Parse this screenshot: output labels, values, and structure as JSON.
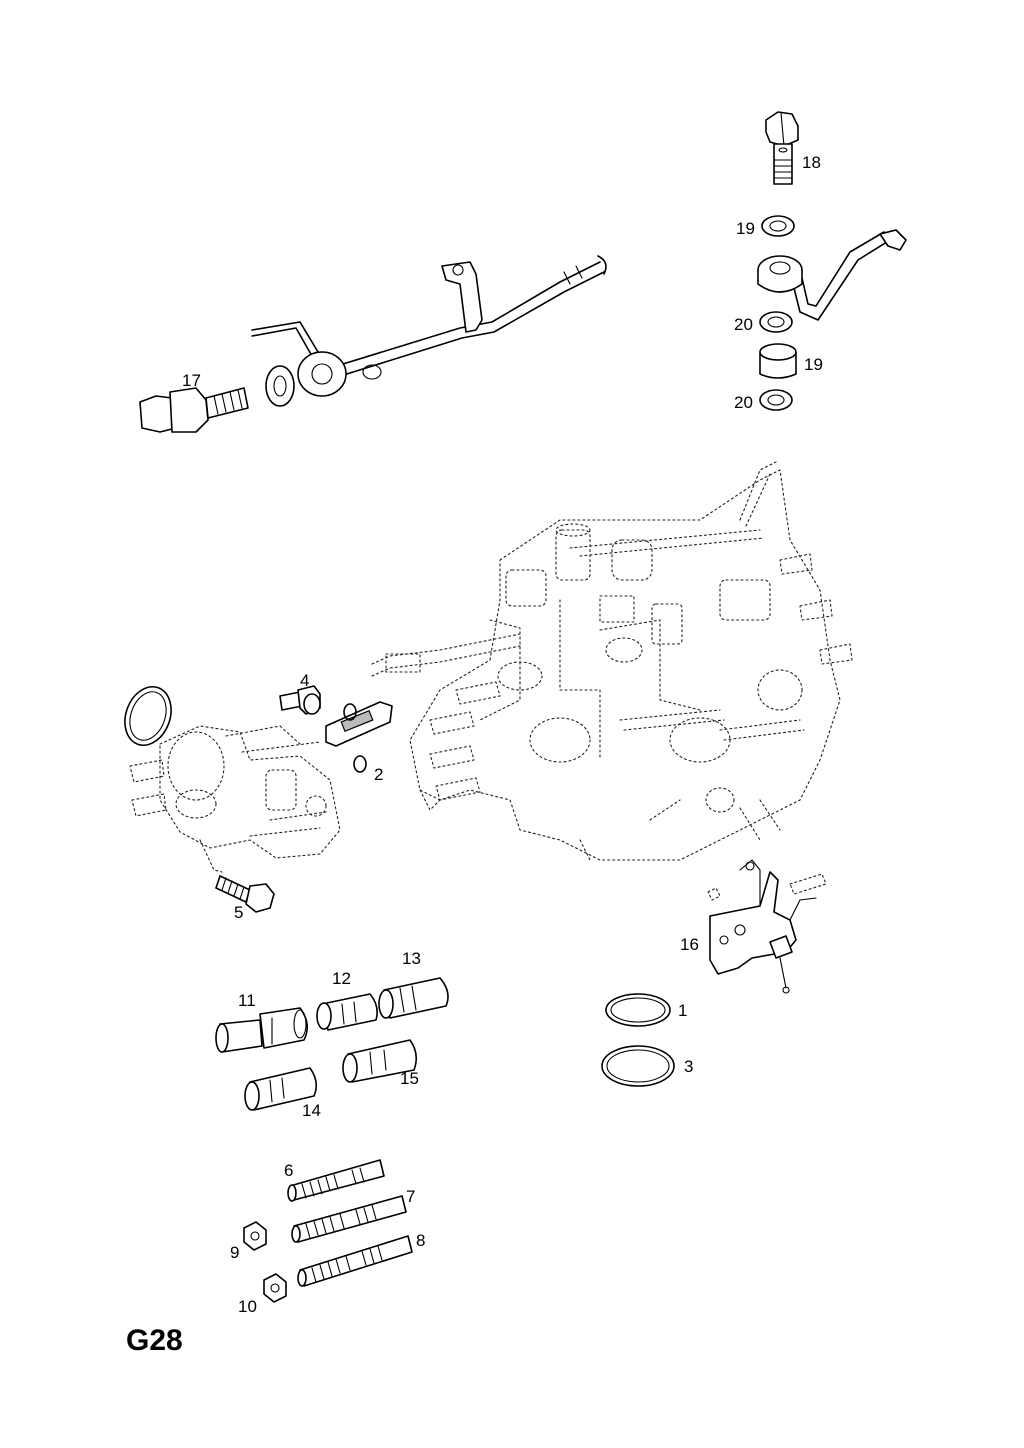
{
  "page": {
    "code": "G28"
  },
  "callouts": {
    "c1": "1",
    "c2": "2",
    "c3": "3",
    "c4": "4",
    "c5": "5",
    "c6": "6",
    "c7": "7",
    "c8": "8",
    "c9": "9",
    "c10": "10",
    "c11": "11",
    "c12": "12",
    "c13": "13",
    "c14": "14",
    "c15": "15",
    "c16": "16",
    "c17": "17",
    "c18": "18",
    "c19a": "19",
    "c19b": "19",
    "c20a": "20",
    "c20b": "20"
  }
}
